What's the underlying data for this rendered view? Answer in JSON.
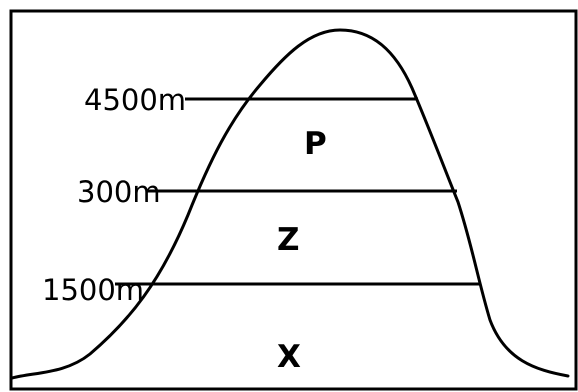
{
  "altitude_labels": {
    "top": "4500m",
    "middle": "300m",
    "bottom": "1500m"
  },
  "zone_labels": {
    "upper": "P",
    "middle": "Z",
    "lower": "X"
  },
  "colors": {
    "line": "#000000",
    "background": "#ffffff"
  }
}
